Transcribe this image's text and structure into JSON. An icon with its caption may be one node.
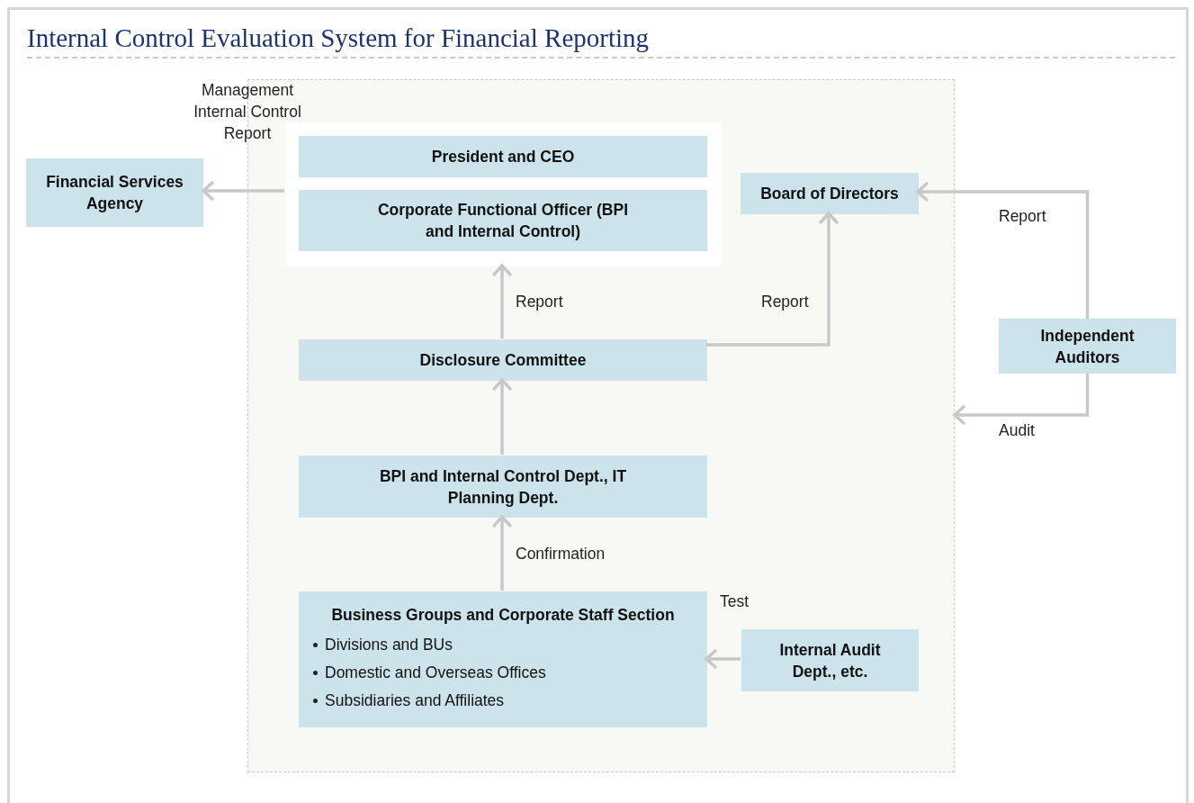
{
  "diagram": {
    "title": "Internal Control Evaluation System for Financial Reporting",
    "nodes": [
      {
        "text": [],
        "shape": "box"
      },
      {
        "text": [],
        "shape": "box",
        "in": 0
      },
      {
        "text": [
          "President and CEO"
        ],
        "in": 1
      },
      {
        "text": [
          "Corporate Functional Officer (BPI and Internal Control)"
        ],
        "in": 1
      },
      {
        "text": [
          "Financial Services Agency"
        ]
      },
      {
        "text": [
          "Board of Directors"
        ],
        "in": 0
      },
      {
        "text": [
          "Disclosure Committee"
        ],
        "in": 0
      },
      {
        "text": [
          "BPI and Internal Control Dept., IT Planning Dept."
        ],
        "in": 0
      },
      {
        "text": [
          "Business Groups and Corporate Staff Section",
          "Divisions and BUs",
          "Domestic and Overseas Offices",
          "Subsidiaries and Affiliates"
        ],
        "in": 0
      },
      {
        "text": [
          "Internal Audit Dept., etc."
        ],
        "in": 0
      },
      {
        "text": [
          "Independent Auditors"
        ]
      }
    ],
    "edges": [
      {
        "from": 1,
        "to": 4,
        "arrow": "to",
        "label": "Management Internal Control Report"
      },
      {
        "from": 6,
        "to": 1,
        "arrow": "to",
        "label": "Report"
      },
      {
        "from": 6,
        "to": 5,
        "arrow": "to",
        "label": "Report"
      },
      {
        "from": 7,
        "to": 6,
        "arrow": "to"
      },
      {
        "from": 8,
        "to": 7,
        "arrow": "to",
        "label": "Confirmation"
      },
      {
        "from": 9,
        "to": 8,
        "arrow": "to",
        "label": "Test"
      },
      {
        "from": 10,
        "to": 5,
        "arrow": "to",
        "label": "Report"
      },
      {
        "from": 10,
        "to": 0,
        "arrow": "to",
        "label": "Audit"
      }
    ]
  }
}
